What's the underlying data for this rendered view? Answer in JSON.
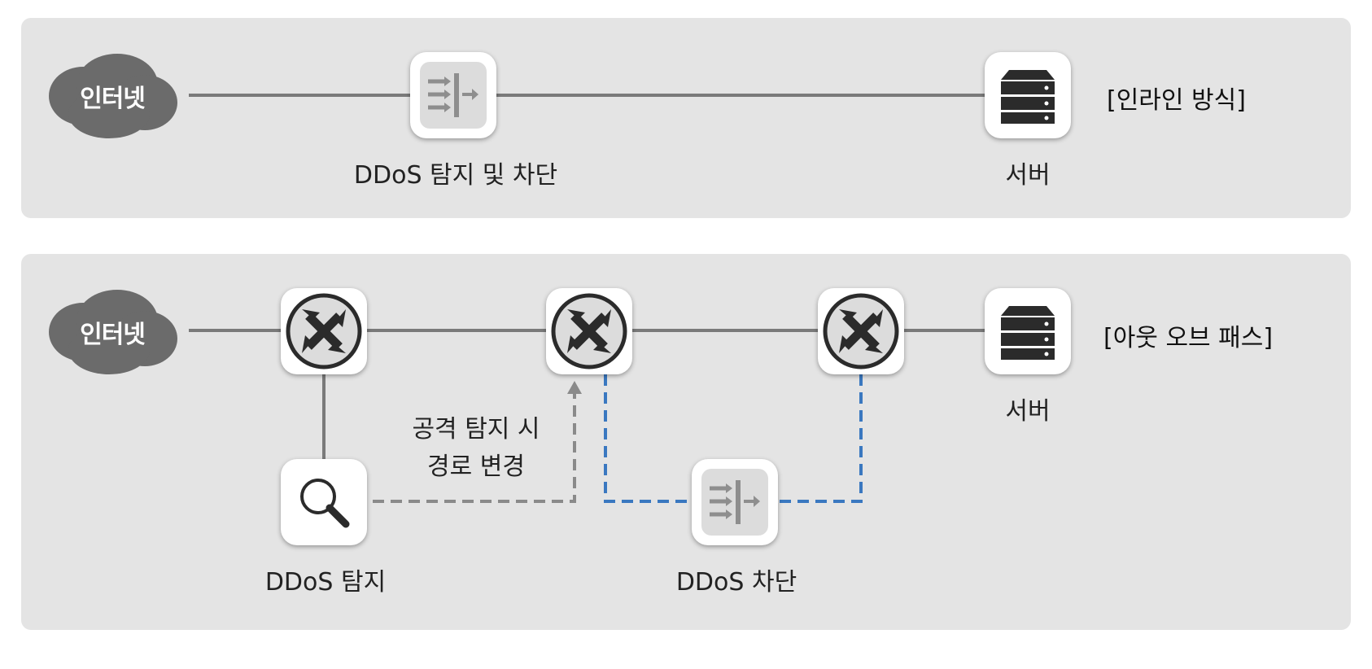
{
  "inline": {
    "internet_label": "인터넷",
    "device_label": "DDoS 탐지 및 차단",
    "server_label": "서버",
    "mode_label": "[인라인 방식]"
  },
  "outofpath": {
    "internet_label": "인터넷",
    "detect_label": "DDoS 탐지",
    "reroute_label_line1": "공격 탐지 시",
    "reroute_label_line2": "경로 변경",
    "block_label": "DDoS 차단",
    "server_label": "서버",
    "mode_label": "[아웃 오브 패스]"
  },
  "colors": {
    "panel": "#e4e4e4",
    "cloud": "#6b6b6b",
    "line": "#7a7a7a",
    "dashed_gray": "#8a8a8a",
    "dashed_blue": "#3a78c0",
    "icon_dark": "#2b2b2b"
  }
}
